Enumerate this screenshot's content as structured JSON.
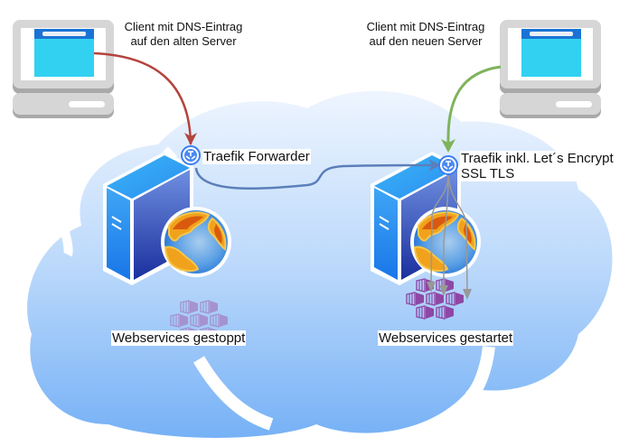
{
  "diagram": {
    "title": "Migration Traefik Forwarder",
    "colors": {
      "cloud_top": "#e9f2fd",
      "cloud_bottom": "#7fb7f7",
      "old_dns_arrow": "#b5433d",
      "new_dns_arrow": "#7eb35b",
      "forward_arrow": "#5b7fba",
      "internal_arrow": "#999999",
      "container_stopped": "#a593cf",
      "container_started": "#8e47a5",
      "screen": "#32d1f2",
      "screen_titlebar": "#1a73d4",
      "computer_body": "#d5d5d5"
    },
    "clients": [
      {
        "id": "client-old",
        "label_line1": "Client mit DNS-Eintrag",
        "label_line2": "auf den alten Server",
        "icon": "desktop-computer-icon"
      },
      {
        "id": "client-new",
        "label_line1": "Client mit DNS-Eintrag",
        "label_line2": "auf den neuen Server",
        "icon": "desktop-computer-icon"
      }
    ],
    "servers": [
      {
        "id": "old-server",
        "proxy_label": "Traefik Forwarder",
        "proxy_icon": "traefik-icon",
        "server_icon": "server-tower-icon",
        "globe_icon": "globe-icon",
        "services_icon": "containers-icon",
        "services_label": "Webservices gestoppt",
        "services_state": "stopped"
      },
      {
        "id": "new-server",
        "proxy_label_line1": "Traefik inkl. Let´s Encrypt",
        "proxy_label_line2": "SSL TLS",
        "proxy_icon": "traefik-icon",
        "server_icon": "server-tower-icon",
        "globe_icon": "globe-icon",
        "services_icon": "containers-icon",
        "services_label": "Webservices gestartet",
        "services_state": "started"
      }
    ],
    "connections": [
      {
        "from": "client-old",
        "to": "old-server-proxy",
        "color_key": "old_dns_arrow"
      },
      {
        "from": "client-new",
        "to": "new-server-proxy",
        "color_key": "new_dns_arrow"
      },
      {
        "from": "old-server-proxy",
        "to": "new-server-proxy",
        "color_key": "forward_arrow"
      },
      {
        "from": "new-server-proxy",
        "to": "new-server-services",
        "color_key": "internal_arrow",
        "count": 3
      }
    ],
    "background_icon": "cloud-icon"
  }
}
